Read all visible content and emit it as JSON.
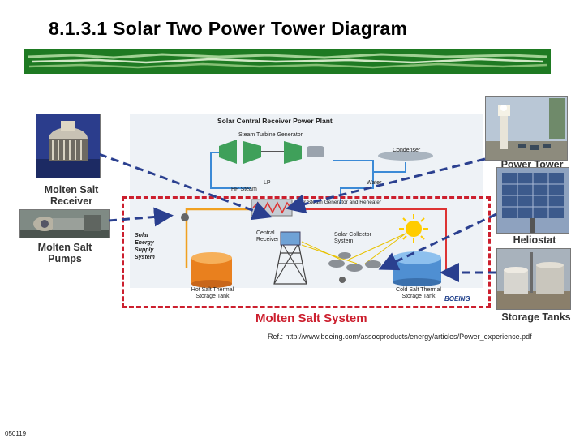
{
  "slide": {
    "title": "8.1.3.1 Solar Two Power Tower Diagram",
    "reference": "Ref.: http://www.boeing.com/assocproducts/energy/articles/Power_experience.pdf",
    "footer_code": "050119"
  },
  "photos": {
    "receiver_label": "Molten Salt Receiver",
    "pumps_label": "Molten Salt Pumps",
    "tower_label": "Power Tower",
    "heliostat_label": "Heliostat",
    "storage_label": "Storage Tanks"
  },
  "diagram": {
    "title": "Solar Central Receiver Power Plant",
    "steam_turbine": "Steam Turbine Generator",
    "condenser": "Condenser",
    "water": "Water",
    "hp_steam": "HP Steam",
    "lp": "LP",
    "steam_generator": "Solar Steam Generator and Reheater",
    "energy_supply": "Solar Energy Supply System",
    "central_receiver": "Central Receiver",
    "collector_system": "Solar Collector System",
    "hot_tank": "Hot Salt Thermal Storage Tank",
    "cold_tank": "Cold Salt Thermal Storage Tank",
    "logo": "BOEING",
    "system_label": "Molten Salt System"
  },
  "colors": {
    "accent_red": "#cc1f2e",
    "bar_green": "#1e7a22",
    "dash_blue": "#2a3f8f"
  }
}
